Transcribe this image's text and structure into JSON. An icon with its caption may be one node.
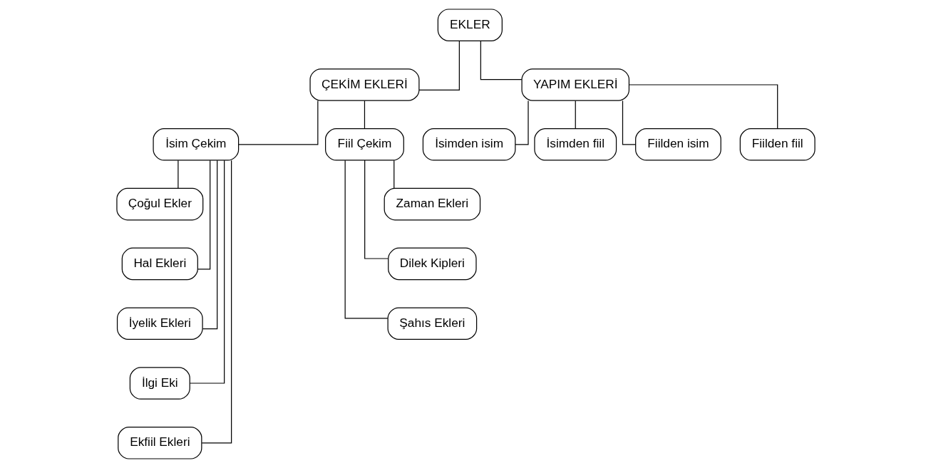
{
  "diagram": {
    "nodes": [
      {
        "text": [
          "EKLER"
        ]
      },
      {
        "text": [
          "ÇEKİM EKLERİ"
        ]
      },
      {
        "text": [
          "YAPIM EKLERİ"
        ]
      },
      {
        "text": [
          "İsim Çekim"
        ]
      },
      {
        "text": [
          "Fiil Çekim"
        ]
      },
      {
        "text": [
          "İsimden isim"
        ]
      },
      {
        "text": [
          "İsimden fiil"
        ]
      },
      {
        "text": [
          "Fiilden isim"
        ]
      },
      {
        "text": [
          "Fiilden fiil"
        ]
      },
      {
        "text": [
          "Çoğul Ekler"
        ]
      },
      {
        "text": [
          "Hal Ekleri"
        ]
      },
      {
        "text": [
          "İyelik Ekleri"
        ]
      },
      {
        "text": [
          "İlgi Eki"
        ]
      },
      {
        "text": [
          "Ekfiil Ekleri"
        ]
      },
      {
        "text": [
          "Zaman Ekleri"
        ]
      },
      {
        "text": [
          "Dilek Kipleri"
        ]
      },
      {
        "text": [
          "Şahıs Ekleri"
        ]
      }
    ],
    "edges": [
      {
        "from": 0,
        "to": 1,
        "arrow": "none"
      },
      {
        "from": 0,
        "to": 2,
        "arrow": "none"
      },
      {
        "from": 1,
        "to": 3,
        "arrow": "none"
      },
      {
        "from": 1,
        "to": 4,
        "arrow": "none"
      },
      {
        "from": 2,
        "to": 5,
        "arrow": "none"
      },
      {
        "from": 2,
        "to": 6,
        "arrow": "none"
      },
      {
        "from": 2,
        "to": 7,
        "arrow": "none"
      },
      {
        "from": 2,
        "to": 8,
        "arrow": "none"
      },
      {
        "from": 3,
        "to": 9,
        "arrow": "none"
      },
      {
        "from": 3,
        "to": 10,
        "arrow": "none"
      },
      {
        "from": 3,
        "to": 11,
        "arrow": "none"
      },
      {
        "from": 3,
        "to": 12,
        "arrow": "none"
      },
      {
        "from": 3,
        "to": 13,
        "arrow": "none"
      },
      {
        "from": 4,
        "to": 14,
        "arrow": "none"
      },
      {
        "from": 4,
        "to": 15,
        "arrow": "none"
      },
      {
        "from": 4,
        "to": 16,
        "arrow": "none"
      }
    ]
  }
}
